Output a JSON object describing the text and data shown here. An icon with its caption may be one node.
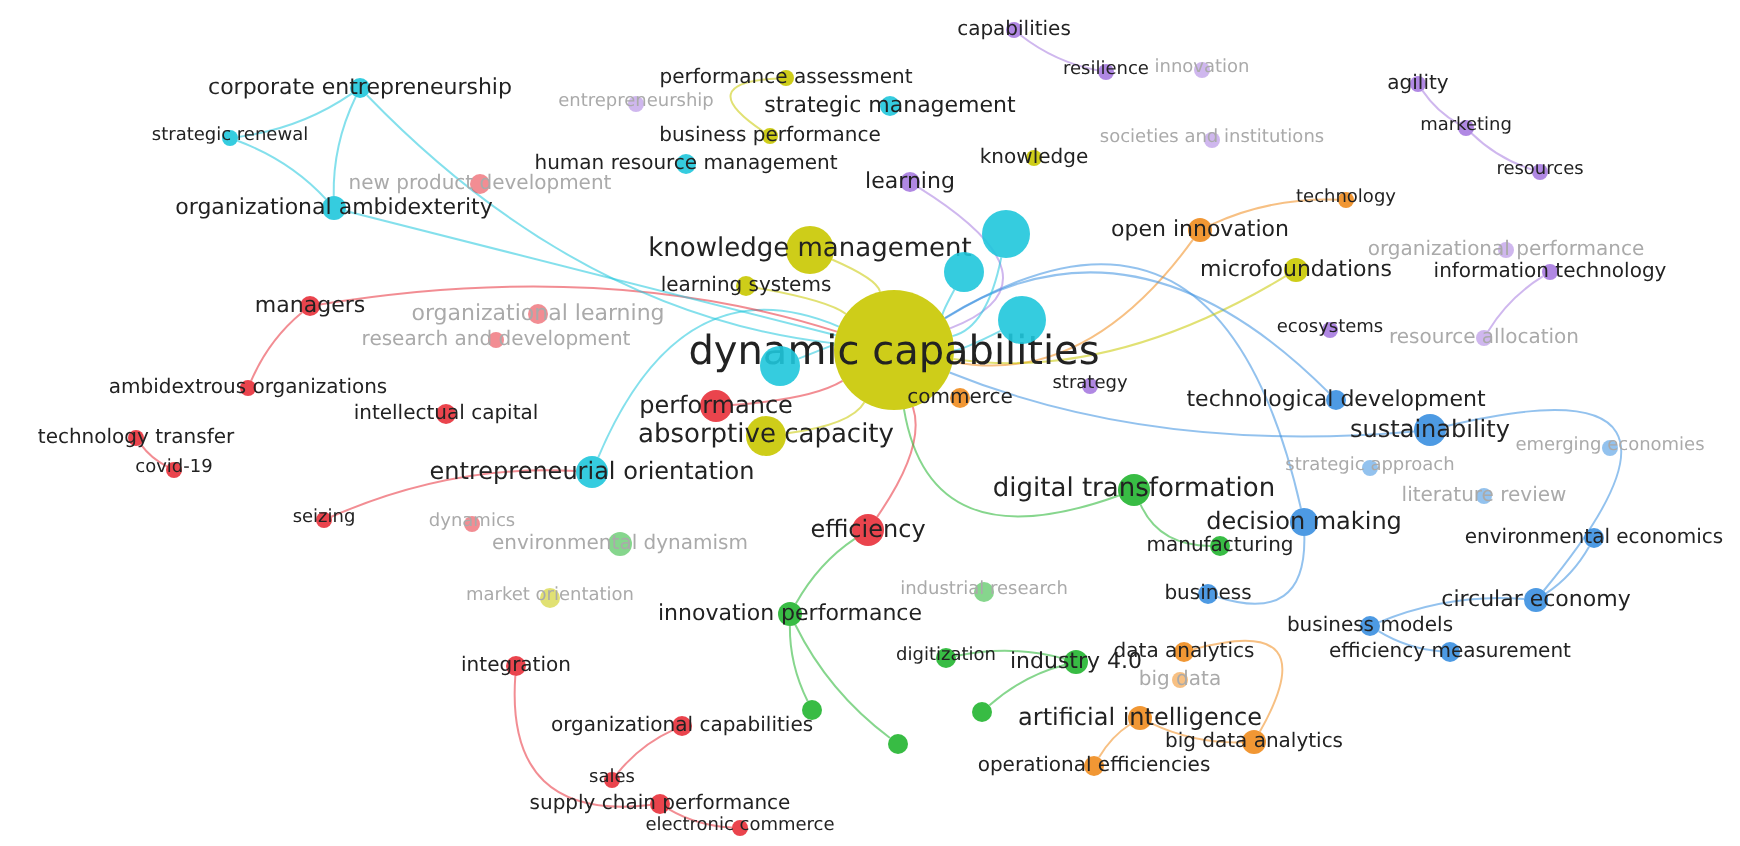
{
  "diagram": {
    "nodes": [
      {
        "text": [
          "dynamic capabilities"
        ]
      },
      {
        "text": [
          "knowledge management"
        ]
      },
      {
        "text": [
          "absorptive capacity"
        ]
      },
      {
        "text": [
          "performance"
        ]
      },
      {
        "text": [
          "entrepreneurial orientation"
        ]
      },
      {
        "text": [
          "efficiency"
        ]
      },
      {
        "text": [
          "digital transformation"
        ]
      },
      {
        "text": [
          "decision making"
        ]
      },
      {
        "text": [
          "sustainability"
        ]
      },
      {
        "text": [
          "circular economy"
        ]
      },
      {
        "text": [
          "environmental economics"
        ]
      },
      {
        "text": [
          "business models"
        ]
      },
      {
        "text": [
          "efficiency measurement"
        ]
      },
      {
        "text": [
          "business"
        ]
      },
      {
        "text": [
          "manufacturing"
        ]
      },
      {
        "text": [
          "artificial intelligence"
        ]
      },
      {
        "text": [
          "big data analytics"
        ]
      },
      {
        "text": [
          "operational efficiencies"
        ]
      },
      {
        "text": [
          "data analytics"
        ]
      },
      {
        "text": [
          "big data"
        ]
      },
      {
        "text": [
          "industry 4.0"
        ]
      },
      {
        "text": [
          "digitization"
        ]
      },
      {
        "text": [
          "industrial research"
        ]
      },
      {
        "text": [
          "innovation performance"
        ]
      },
      {
        "text": [
          "environmental dynamism"
        ]
      },
      {
        "text": [
          "market orientation"
        ]
      },
      {
        "text": [
          "integration"
        ]
      },
      {
        "text": [
          "organizational capabilities"
        ]
      },
      {
        "text": [
          "sales"
        ]
      },
      {
        "text": [
          "supply chain performance"
        ]
      },
      {
        "text": [
          "electronic commerce"
        ]
      },
      {
        "text": [
          "seizing"
        ]
      },
      {
        "text": [
          "dynamics"
        ]
      },
      {
        "text": [
          "covid-19"
        ]
      },
      {
        "text": [
          "technology transfer"
        ]
      },
      {
        "text": [
          "ambidextrous organizations"
        ]
      },
      {
        "text": [
          "intellectual capital"
        ]
      },
      {
        "text": [
          "research and development"
        ]
      },
      {
        "text": [
          "organizational learning"
        ]
      },
      {
        "text": [
          "managers"
        ]
      },
      {
        "text": [
          "organizational ambidexterity"
        ]
      },
      {
        "text": [
          "strategic renewal"
        ]
      },
      {
        "text": [
          "corporate entrepreneurship"
        ]
      },
      {
        "text": [
          "new product development"
        ]
      },
      {
        "text": [
          "human resource management"
        ]
      },
      {
        "text": [
          "business performance"
        ]
      },
      {
        "text": [
          "entrepreneurship"
        ]
      },
      {
        "text": [
          "strategic management"
        ]
      },
      {
        "text": [
          "performance assessment"
        ]
      },
      {
        "text": [
          "capabilities"
        ]
      },
      {
        "text": [
          "resilience"
        ]
      },
      {
        "text": [
          "innovation"
        ]
      },
      {
        "text": [
          "knowledge"
        ]
      },
      {
        "text": [
          "learning"
        ]
      },
      {
        "text": [
          "societies and institutions"
        ]
      },
      {
        "text": [
          "agility"
        ]
      },
      {
        "text": [
          "marketing"
        ]
      },
      {
        "text": [
          "resources"
        ]
      },
      {
        "text": [
          "technology"
        ]
      },
      {
        "text": [
          "open innovation"
        ]
      },
      {
        "text": [
          "microfoundations"
        ]
      },
      {
        "text": [
          "organizational performance"
        ]
      },
      {
        "text": [
          "information technology"
        ]
      },
      {
        "text": [
          "ecosystems"
        ]
      },
      {
        "text": [
          "resource allocation"
        ]
      },
      {
        "text": [
          "technological development"
        ]
      },
      {
        "text": [
          "strategy"
        ]
      },
      {
        "text": [
          "commerce"
        ]
      },
      {
        "text": [
          "learning systems"
        ]
      },
      {
        "text": [
          "emerging economies"
        ]
      },
      {
        "text": [
          "strategic approach"
        ]
      },
      {
        "text": [
          "literature review"
        ]
      },
      {
        "text": [],
        "shape": "circle"
      },
      {
        "text": [],
        "shape": "circle"
      },
      {
        "text": [],
        "shape": "circle"
      },
      {
        "text": [],
        "shape": "circle"
      },
      {
        "text": [],
        "shape": "circle"
      },
      {
        "text": [],
        "shape": "circle"
      },
      {
        "text": [],
        "shape": "circle"
      }
    ],
    "edges": [
      {
        "from": 0,
        "to": 1,
        "arrow": "none",
        "color": "#c9c800"
      },
      {
        "from": 0,
        "to": 2,
        "arrow": "none",
        "color": "#c9c800"
      },
      {
        "from": 0,
        "to": 3,
        "arrow": "none",
        "color": "#e8303a"
      },
      {
        "from": 0,
        "to": 4,
        "arrow": "none",
        "color": "#1fc6dc"
      },
      {
        "from": 0,
        "to": 5,
        "arrow": "none",
        "color": "#e8303a"
      },
      {
        "from": 0,
        "to": 6,
        "arrow": "none",
        "color": "#22b530"
      },
      {
        "from": 0,
        "to": 7,
        "arrow": "none",
        "color": "#3a8fe0"
      },
      {
        "from": 0,
        "to": 8,
        "arrow": "none",
        "color": "#3a8fe0"
      },
      {
        "from": 0,
        "to": 39,
        "arrow": "none",
        "color": "#e8303a"
      },
      {
        "from": 0,
        "to": 40,
        "arrow": "none",
        "color": "#1fc6dc"
      },
      {
        "from": 0,
        "to": 42,
        "arrow": "none",
        "color": "#1fc6dc"
      },
      {
        "from": 0,
        "to": 53,
        "arrow": "none",
        "color": "#a77be0"
      },
      {
        "from": 0,
        "to": 59,
        "arrow": "none",
        "color": "#f08c1e"
      },
      {
        "from": 0,
        "to": 60,
        "arrow": "none",
        "color": "#c9c800"
      },
      {
        "from": 0,
        "to": 65,
        "arrow": "none",
        "color": "#3a8fe0"
      },
      {
        "from": 0,
        "to": 68,
        "arrow": "none",
        "color": "#c9c800"
      },
      {
        "from": 40,
        "to": 41,
        "arrow": "none",
        "color": "#1fc6dc"
      },
      {
        "from": 40,
        "to": 42,
        "arrow": "none",
        "color": "#1fc6dc"
      },
      {
        "from": 41,
        "to": 42,
        "arrow": "none",
        "color": "#1fc6dc"
      },
      {
        "from": 39,
        "to": 35,
        "arrow": "none",
        "color": "#e8303a"
      },
      {
        "from": 34,
        "to": 33,
        "arrow": "none",
        "color": "#e8303a"
      },
      {
        "from": 31,
        "to": 4,
        "arrow": "none",
        "color": "#e8303a"
      },
      {
        "from": 26,
        "to": 29,
        "arrow": "none",
        "color": "#e8303a"
      },
      {
        "from": 27,
        "to": 28,
        "arrow": "none",
        "color": "#e8303a"
      },
      {
        "from": 29,
        "to": 30,
        "arrow": "none",
        "color": "#e8303a"
      },
      {
        "from": 5,
        "to": 23,
        "arrow": "none",
        "color": "#22b530"
      },
      {
        "from": 20,
        "to": 21,
        "arrow": "none",
        "color": "#22b530"
      },
      {
        "from": 6,
        "to": 14,
        "arrow": "none",
        "color": "#22b530"
      },
      {
        "from": 15,
        "to": 16,
        "arrow": "none",
        "color": "#f08c1e"
      },
      {
        "from": 15,
        "to": 17,
        "arrow": "none",
        "color": "#f08c1e"
      },
      {
        "from": 18,
        "to": 16,
        "arrow": "none",
        "color": "#f08c1e"
      },
      {
        "from": 8,
        "to": 9,
        "arrow": "none",
        "color": "#3a8fe0"
      },
      {
        "from": 9,
        "to": 10,
        "arrow": "none",
        "color": "#3a8fe0"
      },
      {
        "from": 9,
        "to": 11,
        "arrow": "none",
        "color": "#3a8fe0"
      },
      {
        "from": 11,
        "to": 12,
        "arrow": "none",
        "color": "#3a8fe0"
      },
      {
        "from": 7,
        "to": 13,
        "arrow": "none",
        "color": "#3a8fe0"
      },
      {
        "from": 55,
        "to": 56,
        "arrow": "none",
        "color": "#a77be0"
      },
      {
        "from": 56,
        "to": 57,
        "arrow": "none",
        "color": "#a77be0"
      },
      {
        "from": 49,
        "to": 50,
        "arrow": "none",
        "color": "#a77be0"
      },
      {
        "from": 62,
        "to": 64,
        "arrow": "none",
        "color": "#a77be0"
      },
      {
        "from": 58,
        "to": 59,
        "arrow": "none",
        "color": "#f08c1e"
      },
      {
        "from": 45,
        "to": 48,
        "arrow": "none",
        "color": "#c9c800"
      },
      {
        "from": 0,
        "to": 72,
        "arrow": "none",
        "color": "#1fc6dc"
      },
      {
        "from": 0,
        "to": 73,
        "arrow": "none",
        "color": "#1fc6dc"
      },
      {
        "from": 0,
        "to": 74,
        "arrow": "none",
        "color": "#1fc6dc"
      },
      {
        "from": 0,
        "to": 75,
        "arrow": "none",
        "color": "#1fc6dc"
      },
      {
        "from": 23,
        "to": 76,
        "arrow": "none",
        "color": "#22b530"
      },
      {
        "from": 23,
        "to": 77,
        "arrow": "none",
        "color": "#22b530"
      },
      {
        "from": 20,
        "to": 78,
        "arrow": "none",
        "color": "#22b530"
      }
    ]
  }
}
